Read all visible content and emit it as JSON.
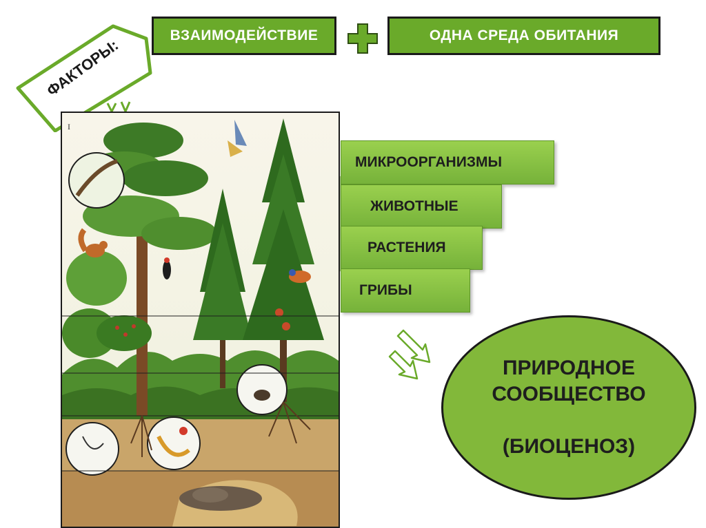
{
  "header": {
    "interaction": "ВЗАИМОДЕЙСТВИЕ",
    "habitat": "ОДНА СРЕДА ОБИТАНИЯ"
  },
  "factors_label": "ФАКТОРЫ:",
  "organisms": [
    "МИКРООРГАНИЗМЫ",
    "ЖИВОТНЫЕ",
    "РАСТЕНИЯ",
    "ГРИБЫ"
  ],
  "result": {
    "line1": "ПРИРОДНОЕ",
    "line2": "СООБЩЕСТВО",
    "line3": "(БИОЦЕНОЗ)"
  },
  "panel_number": "I",
  "colors": {
    "accent_green": "#6aaa2a",
    "step_green": "#8cc648",
    "ellipse_green": "#82b83a",
    "border": "#1a1a1a"
  }
}
